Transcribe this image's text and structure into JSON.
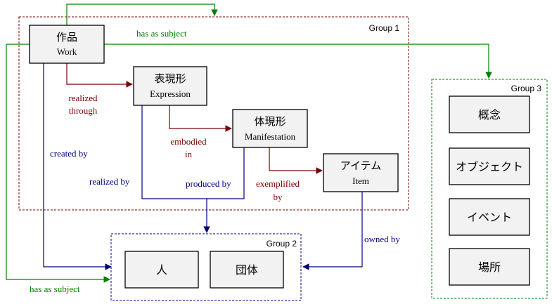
{
  "groups": {
    "group1": "Group 1",
    "group2": "Group 2",
    "group3": "Group 3"
  },
  "entities": {
    "work": {
      "ja": "作品",
      "en": "Work"
    },
    "expression": {
      "ja": "表現形",
      "en": "Expression"
    },
    "manifestation": {
      "ja": "体現形",
      "en": "Manifestation"
    },
    "item": {
      "ja": "アイテム",
      "en": "Item"
    },
    "person": "人",
    "corporate_body": "団体",
    "concept": "概念",
    "object": "オブジェクト",
    "event": "イベント",
    "place": "場所"
  },
  "relations": {
    "has_as_subject_top": "has as subject",
    "has_as_subject_bottom": "has as subject",
    "realized_through": [
      "realized",
      "through"
    ],
    "embodied_in": [
      "embodied",
      "in"
    ],
    "exemplified_by": [
      "exemplified",
      "by"
    ],
    "created_by": "created by",
    "realized_by": "realized by",
    "produced_by": "produced by",
    "owned_by": "owned by"
  },
  "colors": {
    "group1_border": "#7b0000",
    "group2_border": "#000080",
    "group3_border": "#008000",
    "red_relation": "#7b0000",
    "blue_relation": "#000080",
    "green_relation": "#008000",
    "box_fill": "#f2f2f2"
  }
}
